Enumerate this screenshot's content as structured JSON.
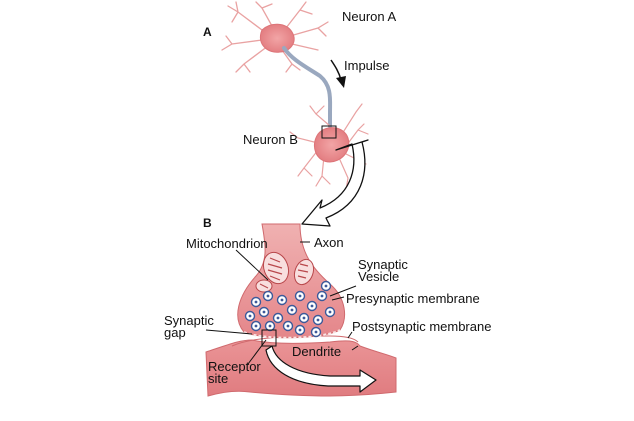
{
  "panels": {
    "a": "A",
    "b": "B"
  },
  "labels": {
    "neuron_a": "Neuron A",
    "impulse": "Impulse",
    "neuron_b": "Neuron B",
    "mitochondrion": "Mitochondrion",
    "axon": "Axon",
    "synaptic_vesicle_1": "Synaptic",
    "synaptic_vesicle_2": "Vesicle",
    "presynaptic": "Presynaptic membrane",
    "synaptic_gap_1": "Synaptic",
    "synaptic_gap_2": "gap",
    "postsynaptic": "Postsynaptic membrane",
    "dendrite": "Dendrite",
    "receptor_1": "Receptor",
    "receptor_2": "site"
  },
  "colors": {
    "tissue": "#e8898c",
    "tissue_dark": "#c7585c",
    "tissue_light": "#f6c3c3",
    "axon_fiber": "#9aa8bf",
    "vesicle": "#3c5a9a",
    "line": "#111111"
  }
}
